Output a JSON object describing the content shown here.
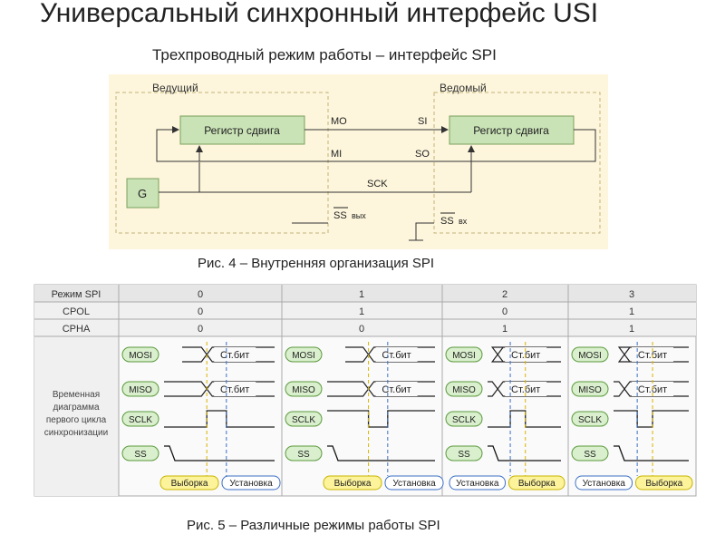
{
  "title": "Универсальный синхронный интерфейс USI",
  "subtitle": "Трехпроводный режим работы – интерфейс SPI",
  "figure4": {
    "caption": "Рис. 4 – Внутренняя организация SPI",
    "master_label": "Ведущий",
    "slave_label": "Ведомый",
    "shift_register": "Регистр сдвига",
    "generator": "G",
    "mo": "MO",
    "mi": "MI",
    "si": "SI",
    "so": "SO",
    "sck": "SCK",
    "ss": "SS",
    "ss_out_suffix": "вых",
    "ss_in_suffix": "вх"
  },
  "figure5": {
    "caption": "Рис. 5 – Различные режимы работы SPI",
    "header_cols": [
      "Режим SPI",
      "0",
      "1",
      "2",
      "3"
    ],
    "rows": [
      {
        "label": "CPOL",
        "values": [
          "0",
          "1",
          "0",
          "1"
        ]
      },
      {
        "label": "CPHA",
        "values": [
          "0",
          "0",
          "1",
          "1"
        ]
      }
    ],
    "timing_label": [
      "Временная",
      "диаграмма",
      "первого цикла",
      "синхронизации"
    ],
    "signals": [
      "MOSI",
      "MISO",
      "SCLK",
      "SS"
    ],
    "start_bit": "Ст.бит",
    "sample": "Выборка",
    "setup": "Установка"
  },
  "colors": {
    "panel_bg": "#fdf3d4",
    "block_bg": "#c9e2b6",
    "block_border": "#7aa05c",
    "dashed": "#c2b27a",
    "sample_fill": "#fcf39a",
    "setup_border": "#3b6fc4",
    "ss_line": "#111111"
  }
}
